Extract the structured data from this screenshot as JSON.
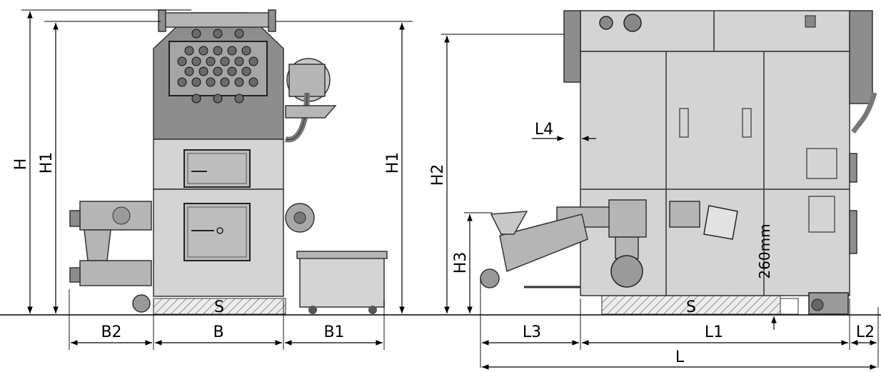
{
  "drawing": {
    "dimensions": {
      "front_height_total": "H",
      "front_height_left": "H1",
      "front_height_right": "H1",
      "front_width_left_ext": "B2",
      "front_width_body": "B",
      "front_width_right_ext": "B1",
      "front_base_label": "S",
      "side_height": "H2",
      "side_feeder_height": "H3",
      "side_offset": "L4",
      "side_base_label": "S",
      "side_clearance": "260mm",
      "side_feeder_length": "L3",
      "side_body_length": "L1",
      "side_rear_ext": "L2",
      "side_total_length": "L"
    }
  }
}
